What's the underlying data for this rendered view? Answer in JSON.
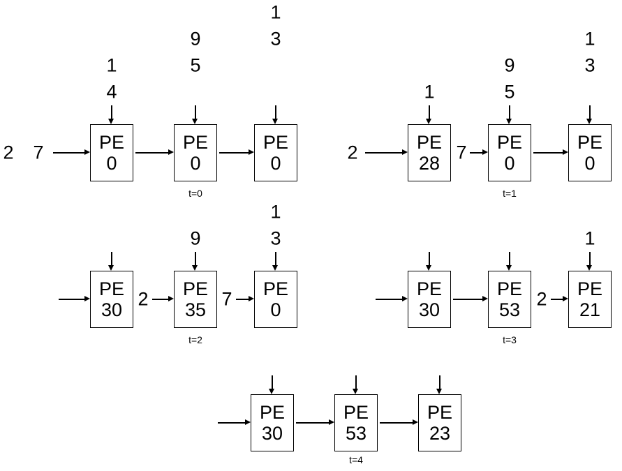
{
  "pe_text": "PE",
  "diagrams": [
    {
      "t_label": "t=0",
      "left_queue": [
        "2",
        "7"
      ],
      "top_queues": [
        [
          "1",
          "4"
        ],
        [
          "9",
          "5"
        ],
        [
          "1",
          "3"
        ]
      ],
      "gap_labels": [
        "",
        ""
      ],
      "accs": [
        "0",
        "0",
        "0"
      ]
    },
    {
      "t_label": "t=1",
      "left_queue": [
        "2"
      ],
      "top_queues": [
        [
          "1"
        ],
        [
          "9",
          "5"
        ],
        [
          "1",
          "3"
        ]
      ],
      "gap_labels": [
        "7",
        ""
      ],
      "accs": [
        "28",
        "0",
        "0"
      ]
    },
    {
      "t_label": "t=2",
      "left_queue": [],
      "top_queues": [
        [],
        [
          "9"
        ],
        [
          "1",
          "3"
        ]
      ],
      "gap_labels": [
        "2",
        "7"
      ],
      "accs": [
        "30",
        "35",
        "0"
      ]
    },
    {
      "t_label": "t=3",
      "left_queue": [],
      "top_queues": [
        [],
        [],
        [
          "1"
        ]
      ],
      "gap_labels": [
        "",
        "2"
      ],
      "accs": [
        "30",
        "53",
        "21"
      ]
    },
    {
      "t_label": "t=4",
      "left_queue": [],
      "top_queues": [
        [],
        [],
        []
      ],
      "gap_labels": [
        "",
        ""
      ],
      "accs": [
        "30",
        "53",
        "23"
      ]
    }
  ]
}
